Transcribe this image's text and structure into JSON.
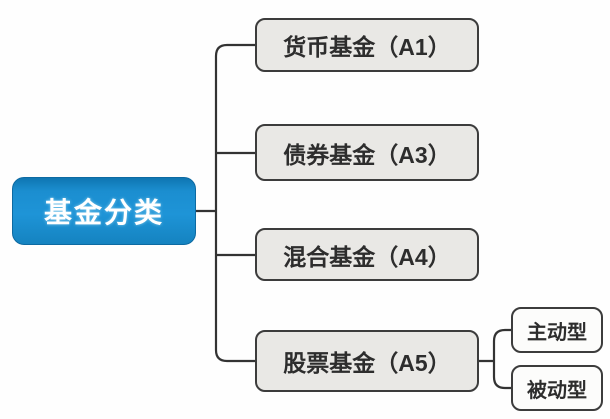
{
  "diagram": {
    "root": {
      "label": "基金分类"
    },
    "branches": [
      {
        "label": "货币基金（A1）"
      },
      {
        "label": "债券基金（A3）"
      },
      {
        "label": "混合基金（A4）"
      },
      {
        "label": "股票基金（A5）",
        "children": [
          {
            "label": "主动型"
          },
          {
            "label": "被动型"
          }
        ]
      }
    ],
    "colors": {
      "root_bg": "#1b8ed0",
      "root_text": "#ffffff",
      "branch_bg": "#e9e8e5",
      "branch_border": "#3c3c3c",
      "branch_text": "#2d2d2d",
      "leaf_bg": "#fcfcfb",
      "connector": "#333333",
      "background": "#fefefe"
    }
  }
}
